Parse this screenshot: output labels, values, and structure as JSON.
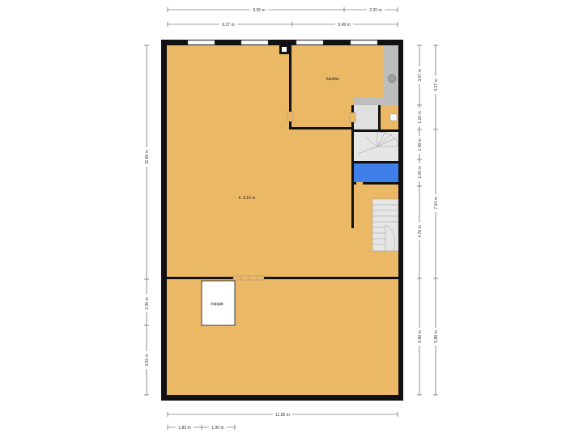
{
  "colors": {
    "floor": "#EBB866",
    "wall": "#111111",
    "stair": "#E6E6E6",
    "water": "#3F7FEA",
    "ledge": "#BDBDBD",
    "dimension_line": "#444444",
    "text": "#222222"
  },
  "rooms": {
    "main_label": "h. 3.16 m",
    "kantine": "kantine",
    "trapgat": "trapgat"
  },
  "dimensions": {
    "top_total": "9.55 m",
    "top_right": "2.20 m",
    "top_left_segment": "6.27 m",
    "top_right_segment": "5.49 m",
    "left_total": "11.86 m",
    "left_mid": "2.35 m",
    "left_low": "3.52 m",
    "right_top_1": "3.07 m",
    "right_top_2": "4.27 m",
    "right_1_19": "1.19 m",
    "right_1_48": "1.48 m",
    "right_1_00": "1.00 m",
    "right_4_78": "4.78 m",
    "right_7_54": "7.54 m",
    "right_5_88_inner": "5.88 m",
    "right_5_88_outer": "5.88 m",
    "bottom_total": "11.85 m",
    "bottom_seg_1": "1.83 m",
    "bottom_seg_2": "1.90 m"
  }
}
